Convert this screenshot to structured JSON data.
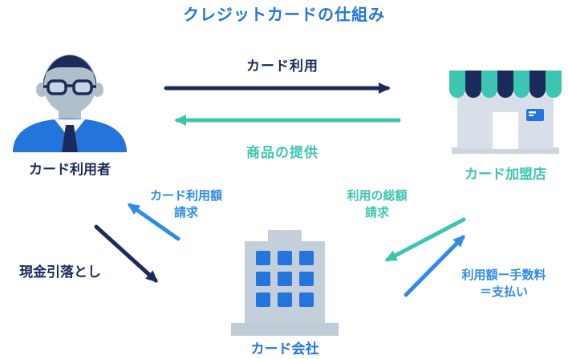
{
  "title": "クレジットカードの仕組み",
  "nodes": {
    "user": {
      "label": "カード利用者"
    },
    "merchant": {
      "label": "カード加盟店"
    },
    "company": {
      "label": "カード会社"
    }
  },
  "arrows": {
    "card_use": {
      "label": "カード利用",
      "from": "user",
      "to": "merchant"
    },
    "goods": {
      "label": "商品の提供",
      "from": "merchant",
      "to": "user"
    },
    "billing_user": {
      "line1": "カード利用額",
      "line2": "請求",
      "from": "company",
      "to": "user"
    },
    "debit": {
      "label": "現金引落とし",
      "from": "user",
      "to": "company"
    },
    "billing_total": {
      "line1": "利用の総額",
      "line2": "請求",
      "from": "merchant",
      "to": "company"
    },
    "payment": {
      "line1": "利用額ー手数料",
      "line2": "＝支払い",
      "from": "company",
      "to": "merchant"
    }
  },
  "colors": {
    "navy": "#1B2C5C",
    "blue": "#2374DB",
    "arrow_blue": "#2E8BE8",
    "teal": "#3CC5B0",
    "face": "#B1BFCA",
    "store_body": "#D9DFE8",
    "building_body": "#C5CFDB",
    "building_base": "#BFCAD7"
  }
}
